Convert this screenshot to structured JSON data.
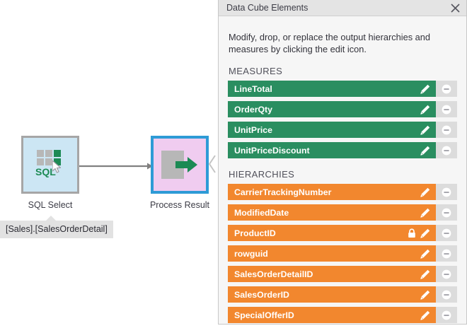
{
  "canvas": {
    "nodes": [
      {
        "id": "sql-select",
        "label": "SQL Select",
        "icon": "sql-grid-icon",
        "text": "SQL"
      },
      {
        "id": "process-result",
        "label": "Process Result",
        "icon": "process-export-icon"
      }
    ],
    "tooltip": "[Sales].[SalesOrderDetail]",
    "connector": "arrow-right-connector",
    "edge_handle": "chevron-left-icon",
    "colors": {
      "sql_node_fill": "#cce6f4",
      "sql_node_border": "#a6a6a6",
      "process_node_fill": "#f0ccf0",
      "process_node_border": "#2e9bd6",
      "accent_green": "#1c8a54",
      "connector_gray": "#808080",
      "tooltip_bg": "#e2e2e2"
    }
  },
  "panel": {
    "title": "Data Cube Elements",
    "close_label": "✕",
    "description": "Modify, drop, or replace the output hierarchies and measures by clicking the edit icon.",
    "sections": [
      {
        "header": "MEASURES",
        "kind": "measure",
        "color": "#2a8e60",
        "items": [
          {
            "label": "LineTotal",
            "locked": false
          },
          {
            "label": "OrderQty",
            "locked": false
          },
          {
            "label": "UnitPrice",
            "locked": false
          },
          {
            "label": "UnitPriceDiscount",
            "locked": false
          }
        ]
      },
      {
        "header": "HIERARCHIES",
        "kind": "hierarchy",
        "color": "#f2872e",
        "items": [
          {
            "label": "CarrierTrackingNumber",
            "locked": false
          },
          {
            "label": "ModifiedDate",
            "locked": false
          },
          {
            "label": "ProductID",
            "locked": true
          },
          {
            "label": "rowguid",
            "locked": false
          },
          {
            "label": "SalesOrderDetailID",
            "locked": false
          },
          {
            "label": "SalesOrderID",
            "locked": false
          },
          {
            "label": "SpecialOfferID",
            "locked": false
          }
        ]
      }
    ],
    "icons": {
      "edit": "pencil-icon",
      "remove": "minus-circle-icon",
      "lock": "lock-icon"
    }
  }
}
